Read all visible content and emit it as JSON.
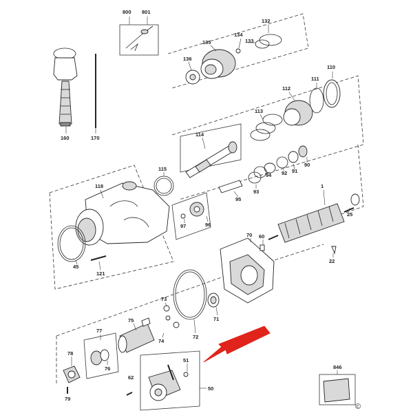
{
  "callouts": {
    "c800": "800",
    "c801": "801",
    "c132": "132",
    "c134": "134",
    "c133": "133",
    "c135": "135",
    "c136": "136",
    "c110": "110",
    "c111": "111",
    "c112": "112",
    "c113": "113",
    "c114": "114",
    "c115": "115",
    "c118": "118",
    "c160": "160",
    "c170": "170",
    "c1": "1",
    "c25": "25",
    "c90": "90",
    "c91": "91",
    "c92": "92",
    "c93": "93",
    "c94": "94",
    "c95": "95",
    "c96": "96",
    "c97": "97",
    "c45": "45",
    "c121": "121",
    "c70": "70",
    "c60": "60",
    "c22": "22",
    "c71": "71",
    "c72": "72",
    "c73": "73",
    "c74": "74",
    "c75": "75",
    "c76": "76",
    "c77": "77",
    "c78": "78",
    "c79": "79",
    "c62": "62",
    "c51": "51",
    "c50": "50",
    "c846": "846"
  },
  "copyright_symbol": "©",
  "colors": {
    "arrow": "#e0241b",
    "line": "#222222"
  }
}
